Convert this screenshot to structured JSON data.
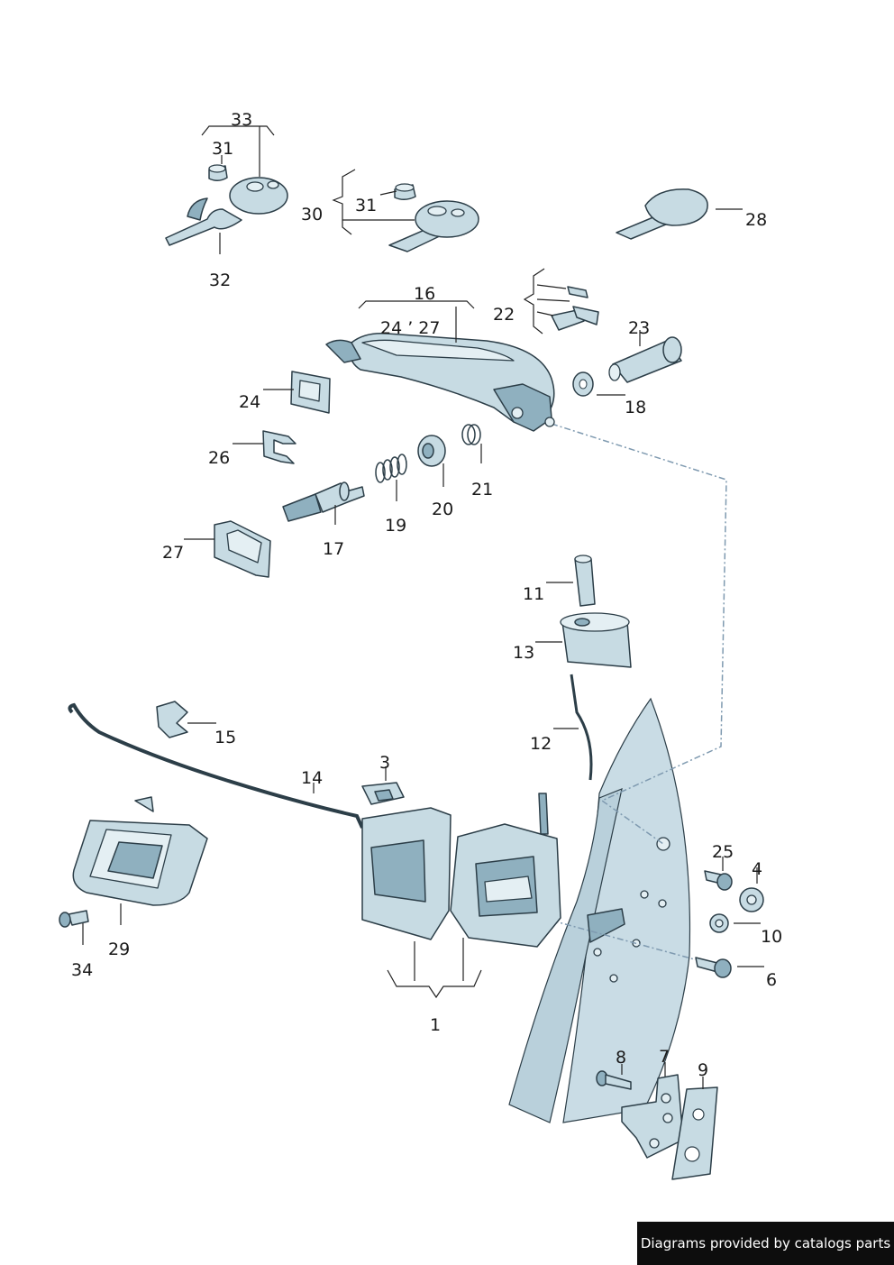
{
  "labels": {
    "p1": "1",
    "p3": "3",
    "p4": "4",
    "p6": "6",
    "p7": "7",
    "p8": "8",
    "p9": "9",
    "p10": "10",
    "p11": "11",
    "p12": "12",
    "p13": "13",
    "p14": "14",
    "p15": "15",
    "p16": "16",
    "p17": "17",
    "p18": "18",
    "p19": "19",
    "p20": "20",
    "p21": "21",
    "p22": "22",
    "p23": "23",
    "p24": "24",
    "p24_27": "24 ’ 27",
    "p25": "25",
    "p26": "26",
    "p27": "27",
    "p28": "28",
    "p29": "29",
    "p30": "30",
    "p31a": "31",
    "p31b": "31",
    "p32": "32",
    "p33": "33",
    "p34": "34"
  },
  "watermark": "Diagrams provided by catalogs parts",
  "colors": {
    "part_fill": "#c7dbe3",
    "part_dark": "#8fb0bf",
    "outline": "#2c3e48",
    "dash": "#7f9ab0"
  }
}
